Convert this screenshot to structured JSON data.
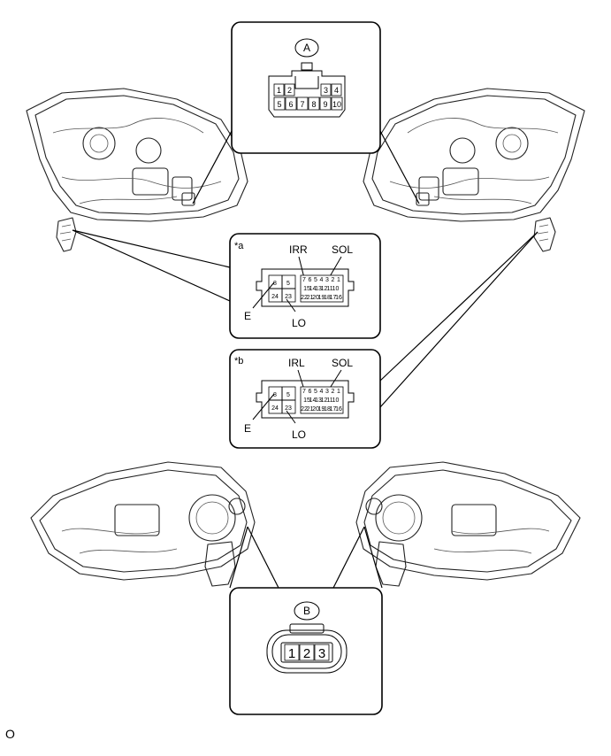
{
  "connector_a": {
    "label": "A",
    "pins_top": [
      "1",
      "2",
      "3",
      "4"
    ],
    "pins_bottom": [
      "5",
      "6",
      "7",
      "8",
      "9",
      "10"
    ]
  },
  "connector_a1": {
    "callout": "*a",
    "signals": {
      "irr": "IRR",
      "sol": "SOL",
      "e": "E",
      "lo": "LO"
    },
    "pins_left": [
      "8",
      "5",
      "24",
      "23"
    ],
    "pins_row1": [
      "7",
      "6",
      "5",
      "4",
      "3",
      "2",
      "1"
    ],
    "pins_row2": [
      "15",
      "14",
      "13",
      "12",
      "11",
      "10"
    ],
    "pins_row3": [
      "22",
      "21",
      "20",
      "19",
      "18",
      "17",
      "16"
    ]
  },
  "connector_b1": {
    "callout": "*b",
    "signals": {
      "irl": "IRL",
      "sol": "SOL",
      "e": "E",
      "lo": "LO"
    },
    "pins_left": [
      "8",
      "5",
      "24",
      "23"
    ],
    "pins_row1": [
      "7",
      "6",
      "5",
      "4",
      "3",
      "2",
      "1"
    ],
    "pins_row2": [
      "15",
      "14",
      "13",
      "12",
      "11",
      "10"
    ],
    "pins_row3": [
      "22",
      "21",
      "20",
      "19",
      "18",
      "17",
      "16"
    ]
  },
  "connector_b": {
    "label": "B",
    "pins": [
      "1",
      "2",
      "3"
    ]
  },
  "footer": {
    "code": "O"
  }
}
